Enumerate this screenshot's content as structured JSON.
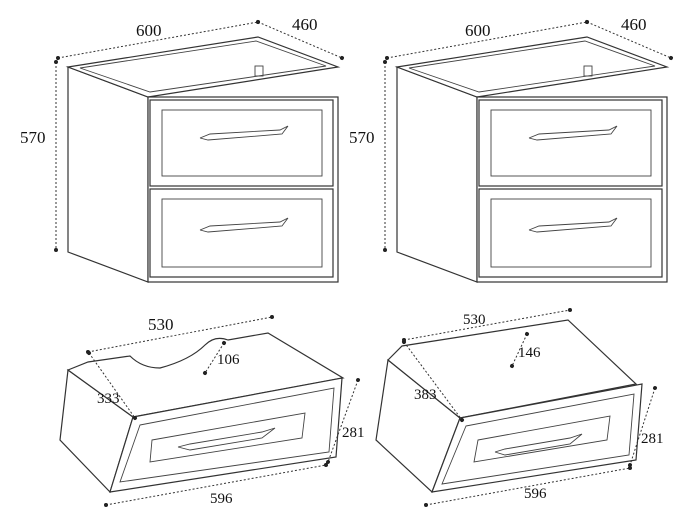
{
  "cabinets": [
    {
      "width": "600",
      "depth": "460",
      "height": "570"
    },
    {
      "width": "600",
      "depth": "460",
      "height": "570"
    }
  ],
  "drawers": [
    {
      "inner_width": "530",
      "cutout_depth": "106",
      "inner_depth": "333",
      "front_height": "281",
      "front_width": "596"
    },
    {
      "inner_width": "530",
      "cutout_depth": "146",
      "inner_depth": "383",
      "front_height": "281",
      "front_width": "596"
    }
  ]
}
